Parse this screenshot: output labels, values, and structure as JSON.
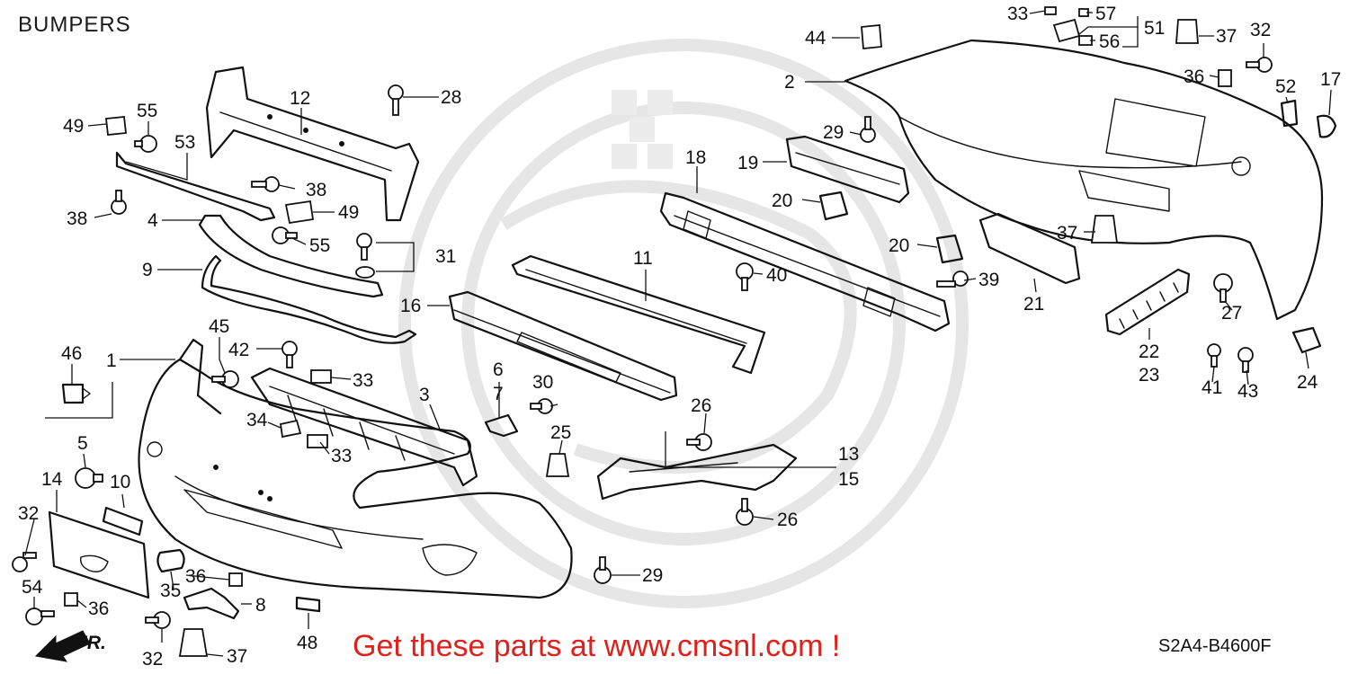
{
  "page": {
    "title": "BUMPERS"
  },
  "footer": {
    "promo_text": "Get these parts at www.cmsnl.com !",
    "diagram_code": "S2A4-B4600F"
  },
  "orientation": {
    "label": "FR.",
    "icon": "front-arrow-icon"
  },
  "callouts": [
    {
      "id": "c1",
      "label": "1"
    },
    {
      "id": "c2",
      "label": "2"
    },
    {
      "id": "c3",
      "label": "3"
    },
    {
      "id": "c4",
      "label": "4"
    },
    {
      "id": "c5",
      "label": "5"
    },
    {
      "id": "c6",
      "label": "6"
    },
    {
      "id": "c7",
      "label": "7"
    },
    {
      "id": "c8",
      "label": "8"
    },
    {
      "id": "c9",
      "label": "9"
    },
    {
      "id": "c10",
      "label": "10"
    },
    {
      "id": "c11",
      "label": "11"
    },
    {
      "id": "c12",
      "label": "12"
    },
    {
      "id": "c13",
      "label": "13"
    },
    {
      "id": "c14",
      "label": "14"
    },
    {
      "id": "c15",
      "label": "15"
    },
    {
      "id": "c16",
      "label": "16"
    },
    {
      "id": "c17",
      "label": "17"
    },
    {
      "id": "c18",
      "label": "18"
    },
    {
      "id": "c19",
      "label": "19"
    },
    {
      "id": "c20a",
      "label": "20"
    },
    {
      "id": "c20b",
      "label": "20"
    },
    {
      "id": "c21",
      "label": "21"
    },
    {
      "id": "c22",
      "label": "22"
    },
    {
      "id": "c23",
      "label": "23"
    },
    {
      "id": "c24",
      "label": "24"
    },
    {
      "id": "c25",
      "label": "25"
    },
    {
      "id": "c26a",
      "label": "26"
    },
    {
      "id": "c26b",
      "label": "26"
    },
    {
      "id": "c27",
      "label": "27"
    },
    {
      "id": "c28",
      "label": "28"
    },
    {
      "id": "c29a",
      "label": "29"
    },
    {
      "id": "c29b",
      "label": "29"
    },
    {
      "id": "c30",
      "label": "30"
    },
    {
      "id": "c31",
      "label": "31"
    },
    {
      "id": "c32a",
      "label": "32"
    },
    {
      "id": "c32b",
      "label": "32"
    },
    {
      "id": "c32c",
      "label": "32"
    },
    {
      "id": "c33a",
      "label": "33"
    },
    {
      "id": "c33b",
      "label": "33"
    },
    {
      "id": "c33c",
      "label": "33"
    },
    {
      "id": "c34",
      "label": "34"
    },
    {
      "id": "c35",
      "label": "35"
    },
    {
      "id": "c36a",
      "label": "36"
    },
    {
      "id": "c36b",
      "label": "36"
    },
    {
      "id": "c36c",
      "label": "36"
    },
    {
      "id": "c37a",
      "label": "37"
    },
    {
      "id": "c37b",
      "label": "37"
    },
    {
      "id": "c37c",
      "label": "37"
    },
    {
      "id": "c38a",
      "label": "38"
    },
    {
      "id": "c38b",
      "label": "38"
    },
    {
      "id": "c39",
      "label": "39"
    },
    {
      "id": "c40",
      "label": "40"
    },
    {
      "id": "c41",
      "label": "41"
    },
    {
      "id": "c42",
      "label": "42"
    },
    {
      "id": "c43",
      "label": "43"
    },
    {
      "id": "c44",
      "label": "44"
    },
    {
      "id": "c45",
      "label": "45"
    },
    {
      "id": "c46",
      "label": "46"
    },
    {
      "id": "c48",
      "label": "48"
    },
    {
      "id": "c49a",
      "label": "49"
    },
    {
      "id": "c49b",
      "label": "49"
    },
    {
      "id": "c51",
      "label": "51"
    },
    {
      "id": "c52",
      "label": "52"
    },
    {
      "id": "c53",
      "label": "53"
    },
    {
      "id": "c54",
      "label": "54"
    },
    {
      "id": "c55a",
      "label": "55"
    },
    {
      "id": "c55b",
      "label": "55"
    },
    {
      "id": "c56",
      "label": "56"
    },
    {
      "id": "c57",
      "label": "57"
    }
  ]
}
